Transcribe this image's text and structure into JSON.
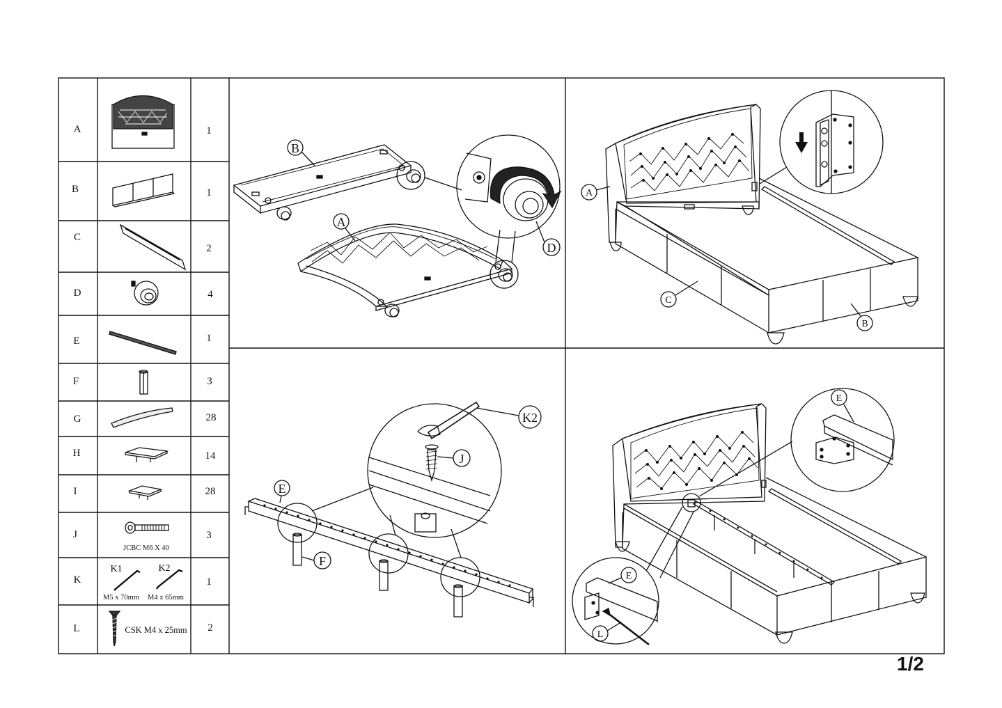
{
  "parts": [
    {
      "letter": "A",
      "qty": "1"
    },
    {
      "letter": "B",
      "qty": "1"
    },
    {
      "letter": "C",
      "qty": "2"
    },
    {
      "letter": "D",
      "qty": "4"
    },
    {
      "letter": "E",
      "qty": "1"
    },
    {
      "letter": "F",
      "qty": "3"
    },
    {
      "letter": "G",
      "qty": "28"
    },
    {
      "letter": "H",
      "qty": "14"
    },
    {
      "letter": "I",
      "qty": "28"
    },
    {
      "letter": "J",
      "qty": "3",
      "spec": "JCBC M6 X 40"
    },
    {
      "letter": "K",
      "qty": "1",
      "k1": "K1",
      "k2": "K2",
      "k1_spec": "M5 x 70mm",
      "k2_spec": "M4 x 65mm"
    },
    {
      "letter": "L",
      "qty": "2",
      "spec": "CSK M4 x 25mm"
    }
  ],
  "step1": {
    "label_b": "B",
    "label_a": "A",
    "label_d": "D"
  },
  "step2": {
    "label_a": "A",
    "label_c": "C",
    "label_b": "B"
  },
  "step3": {
    "label_e": "E",
    "label_f": "F",
    "label_j": "J",
    "label_k2": "K2"
  },
  "step4": {
    "label_e_top": "E",
    "label_e_bottom": "E",
    "label_l": "L"
  },
  "page_number": "1/2"
}
